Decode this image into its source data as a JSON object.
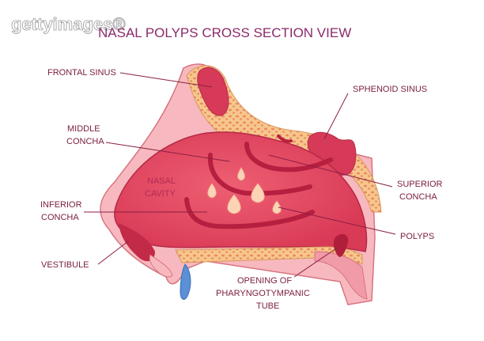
{
  "watermark": "gettyimages®",
  "title": "NASAL POLYPS CROSS SECTION VIEW",
  "labels": {
    "frontal_sinus": "FRONTAL SINUS",
    "sphenoid_sinus": "SPHENOID SINUS",
    "middle_concha_1": "MIDDLE",
    "middle_concha_2": "CONCHA",
    "superior_concha_1": "SUPERIOR",
    "superior_concha_2": "CONCHA",
    "nasal_cavity_1": "NASAL",
    "nasal_cavity_2": "CAVITY",
    "inferior_concha_1": "INFERIOR",
    "inferior_concha_2": "CONCHA",
    "polyps": "POLYPS",
    "vestibule": "VESTIBULE",
    "opening_1": "OPENING OF",
    "opening_2": "PHARYNGOTYMPANIC",
    "opening_3": "TUBE"
  },
  "colors": {
    "title": "#8a2a6a",
    "label": "#7a1d3c",
    "skin": "#f7b9bf",
    "skin_outline": "#d8737f",
    "cavity": "#e0455f",
    "cavity_dark": "#c22a47",
    "bone": "#f6c68d",
    "bone_dots": "#e9895b",
    "polyp": "#fbd3b5",
    "leader": "#8b1e44",
    "tube": "#5b8fd6"
  }
}
